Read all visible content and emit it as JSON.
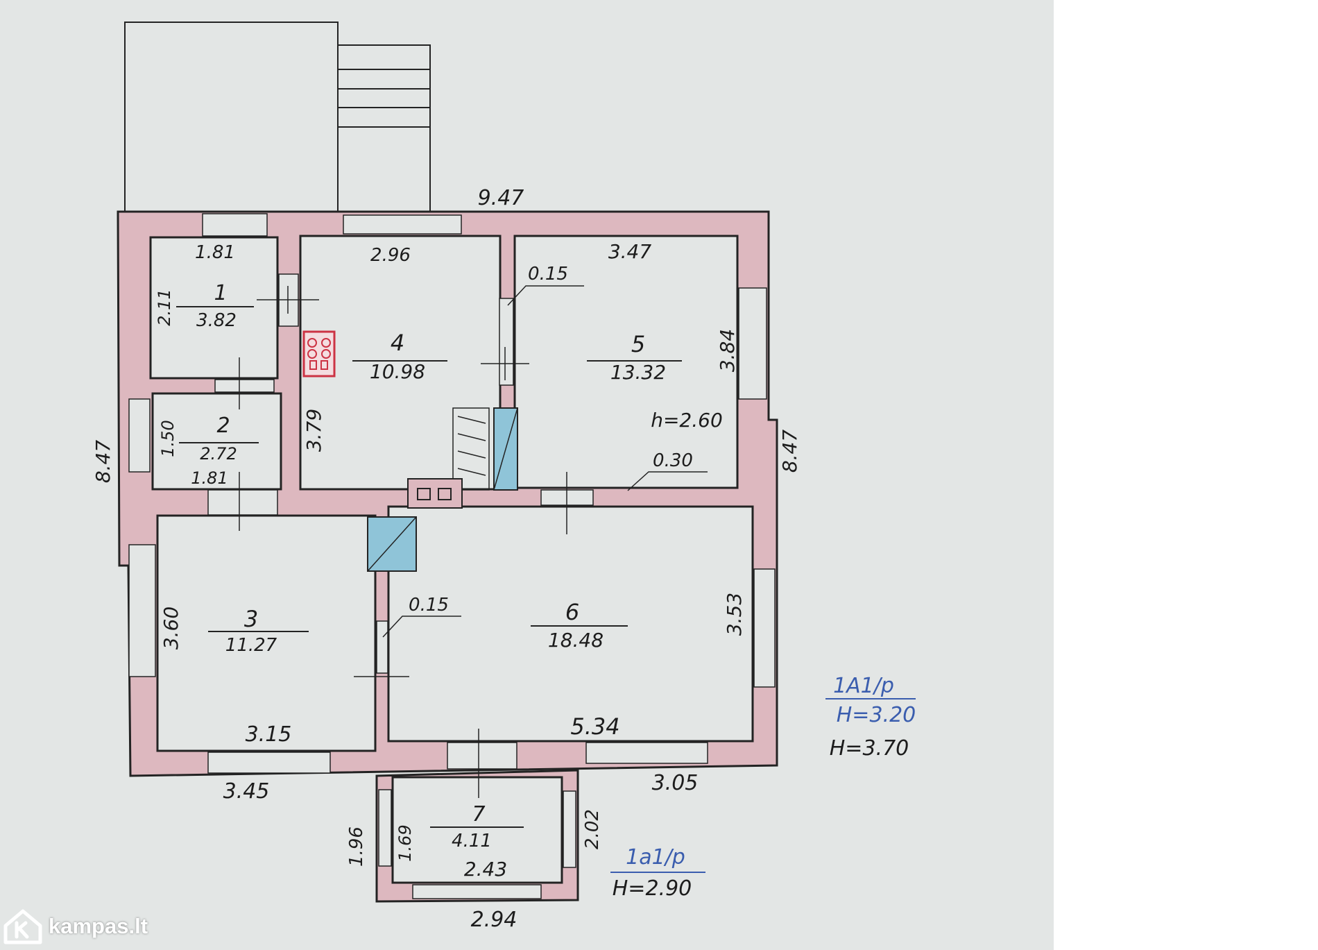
{
  "colors": {
    "paper": "#e3e6e5",
    "wall": "#ddb8bf",
    "line": "#232323",
    "annotation_blue": "#3a5dae",
    "stove_red": "#cc3344",
    "tile_blue": "#8fc4d8"
  },
  "plan": {
    "overall": {
      "top_length": "9.47",
      "left_length": "8.47",
      "right_length": "8.47"
    },
    "rooms": [
      {
        "number": "1",
        "area": "3.82",
        "width": "1.81",
        "depth": "2.11"
      },
      {
        "number": "2",
        "area": "2.72",
        "width": "1.81",
        "depth": "1.50"
      },
      {
        "number": "3",
        "area": "11.27",
        "width": "3.15",
        "depth": "3.60"
      },
      {
        "number": "4",
        "area": "10.98",
        "width": "2.96",
        "depth": "3.79"
      },
      {
        "number": "5",
        "area": "13.32",
        "width": "3.47",
        "depth": "3.84"
      },
      {
        "number": "6",
        "area": "18.48",
        "width": "5.34",
        "depth": "3.53"
      },
      {
        "number": "7",
        "area": "4.11",
        "width": "2.43",
        "depth": "1.69"
      }
    ],
    "partitions": {
      "wall_a": "0.15",
      "wall_b": "0.15",
      "wall_c": "0.30"
    },
    "room5_height": "h=2.60",
    "exterior": {
      "bottom_left": "3.45",
      "bottom_right": "3.05",
      "porch_bottom": "2.94",
      "porch_left": "1.96",
      "porch_right": "2.02"
    },
    "annotations": {
      "main_code": "1A1/p",
      "main_h1": "H=3.20",
      "main_h2": "H=3.70",
      "porch_code": "1a1/p",
      "porch_h": "H=2.90"
    }
  },
  "watermark": {
    "text": "kampas.lt",
    "icon": "house-k-logo-icon"
  }
}
